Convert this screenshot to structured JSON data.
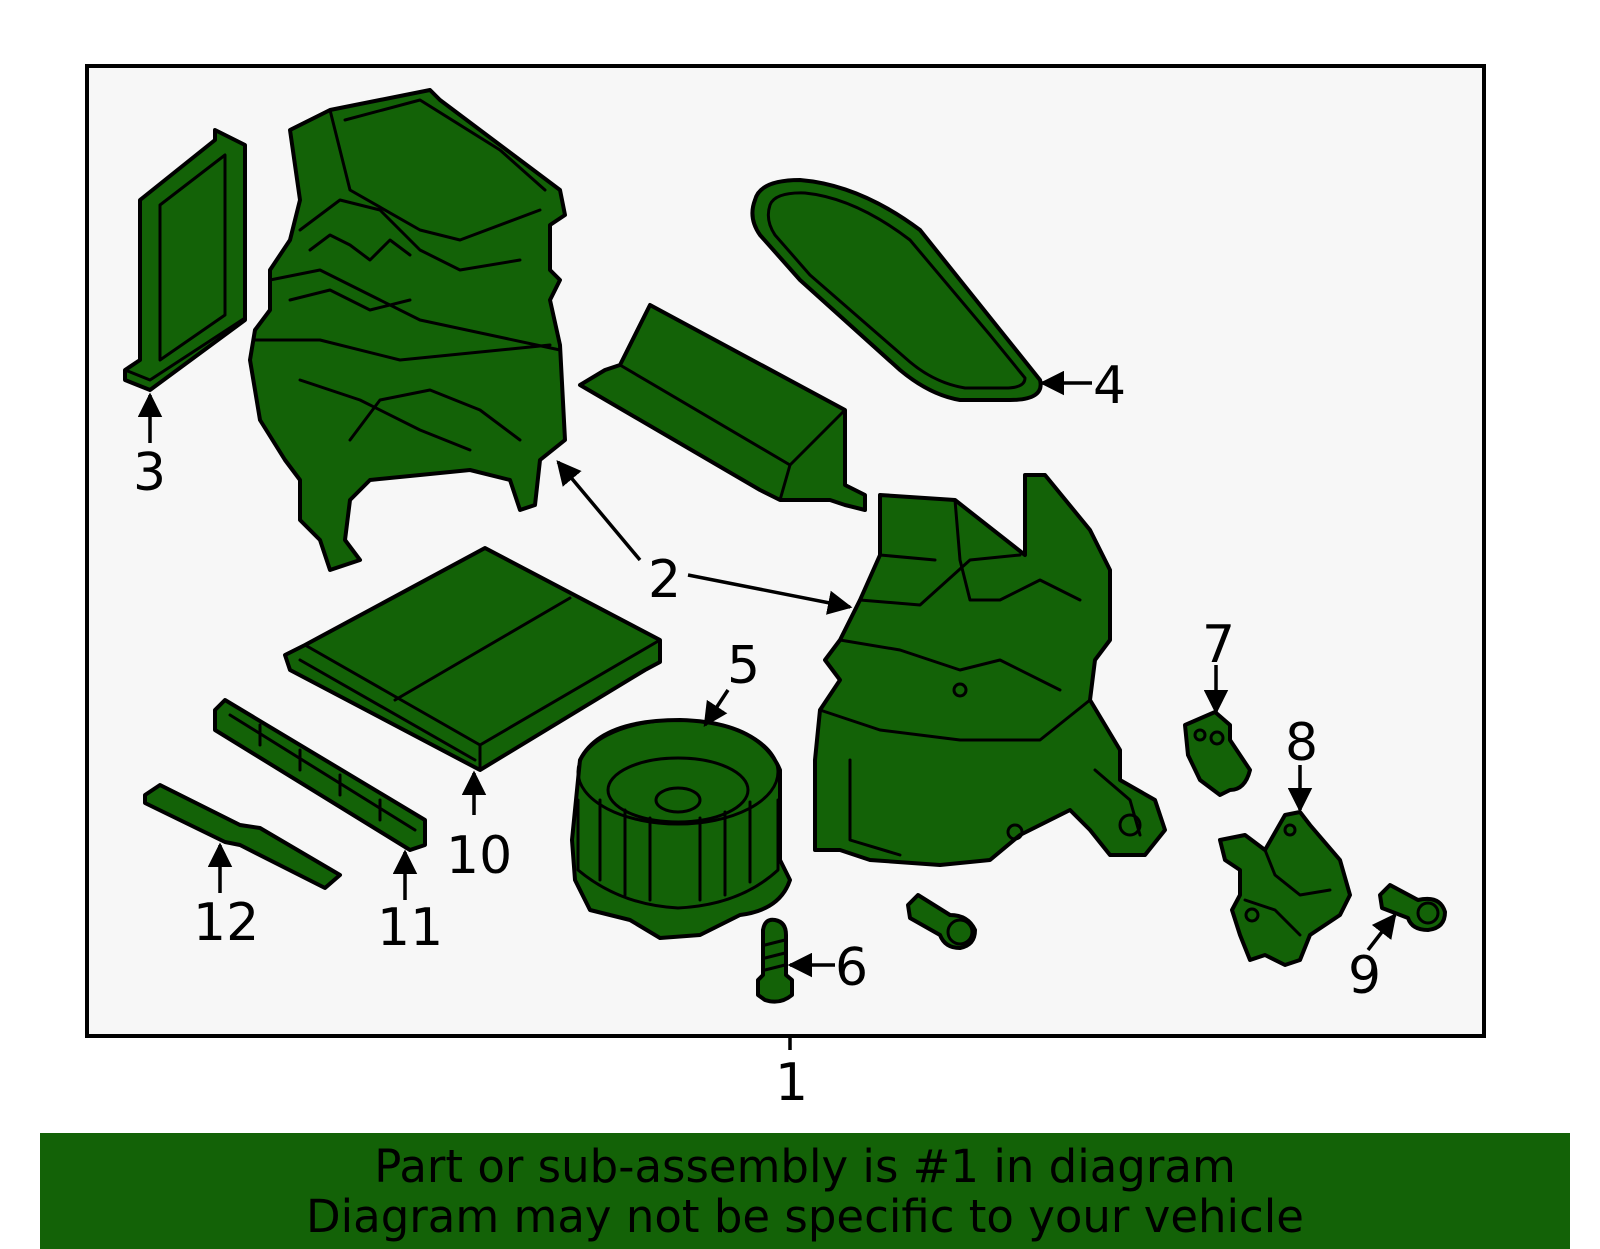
{
  "colors": {
    "part_fill": "#136207",
    "frame_bg": "#f7f7f7",
    "banner_bg": "#136207",
    "text": "#000000"
  },
  "callouts": {
    "c1": "1",
    "c2": "2",
    "c3": "3",
    "c4": "4",
    "c5": "5",
    "c6": "6",
    "c7": "7",
    "c8": "8",
    "c9": "9",
    "c10": "10",
    "c11": "11",
    "c12": "12"
  },
  "banner": {
    "line1": "Part or sub-assembly is #1 in diagram",
    "line2": "Diagram may not be specific to your vehicle"
  }
}
